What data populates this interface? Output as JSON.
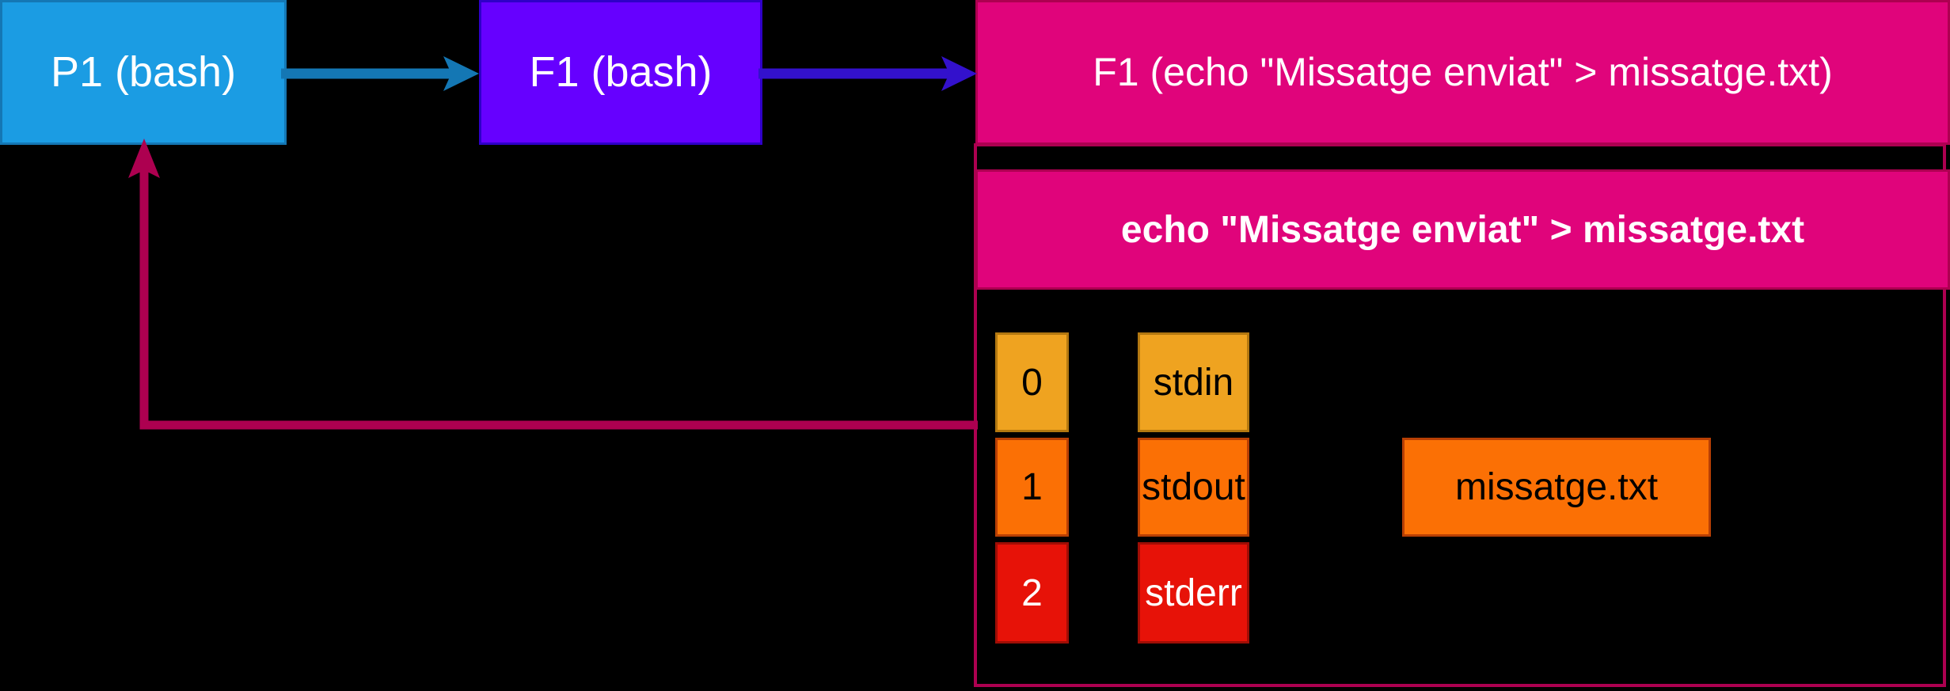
{
  "diagram": {
    "title_nodes": {
      "process": "P1 (bash)",
      "file_handle": "F1 (bash)",
      "open_file": "F1 (echo \"Missatge enviat\" > missatge.txt)"
    },
    "command_band": {
      "text": "echo \"Missatge enviat\" > missatge.txt"
    },
    "fd_table": {
      "rows": [
        {
          "fd": "0",
          "stream": "stdin",
          "target": ""
        },
        {
          "fd": "1",
          "stream": "stdout",
          "target": "missatge.txt"
        },
        {
          "fd": "2",
          "stream": "stderr",
          "target": ""
        }
      ]
    },
    "arrows": [
      {
        "name": "proc-to-file",
        "color": "#1477B4"
      },
      {
        "name": "file-to-openfile",
        "color": "#3311CC"
      },
      {
        "name": "return-to-proc",
        "color": "#AD0050"
      }
    ],
    "colors": {
      "background": "#000000",
      "process": "#1B9CE3",
      "process_border": "#1477B4",
      "file_handle": "#6600FF",
      "file_handle_border": "#2F00C8",
      "open_file": "#E0047B",
      "open_file_border": "#AD0050",
      "stdin": "#EFA320",
      "stdin_border": "#B37810",
      "stdout": "#FB7005",
      "stdout_border": "#B83F04",
      "stderr": "#E71208",
      "stderr_border": "#A00D05"
    }
  }
}
